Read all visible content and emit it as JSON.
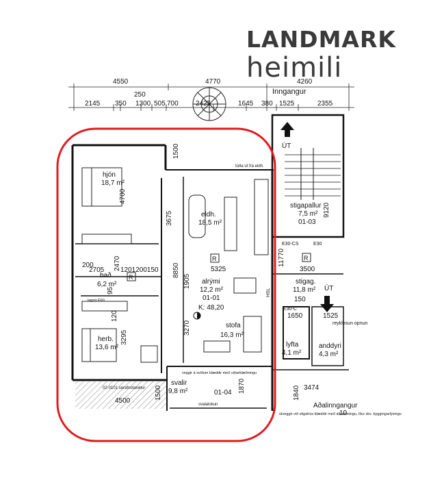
{
  "brand": {
    "line1": "LANDMARK",
    "line2": "heimili"
  },
  "dims_top": {
    "row1": [
      "4550",
      "4770",
      "4260"
    ],
    "row2": [
      "250"
    ],
    "row3": [
      "2145",
      "350",
      "1300",
      "505",
      "700",
      "2425",
      "1645",
      "380",
      "1525",
      "2355"
    ],
    "entrance": "Inngangur"
  },
  "rooms": [
    {
      "name": "hjón",
      "area": "18,7 m²"
    },
    {
      "name": "eldh.",
      "area": "18,5 m²"
    },
    {
      "name": "alrými",
      "area": "12,2 m²",
      "code": "01-01",
      "k": "K: 48,20"
    },
    {
      "name": "bað",
      "area": "6,2 m²"
    },
    {
      "name": "stofa",
      "area": "16,3 m²"
    },
    {
      "name": "herb.",
      "area": "13,6 m²"
    },
    {
      "name": "svalir",
      "area": "9,8 m²",
      "code": "01-04"
    },
    {
      "name": "stigapallur",
      "area": "7,5 m²",
      "code": "01-03"
    },
    {
      "name": "stigag.",
      "area": "11,8 m²"
    },
    {
      "name": "lyfta",
      "area": "4,1 m²"
    },
    {
      "name": "anddyri",
      "area": "4,3 m²"
    }
  ],
  "dims_inner": {
    "d1500a": "1500",
    "d4700": "4700",
    "d3675": "3675",
    "d2705": "2705",
    "d1201200150": "1201200150",
    "d8850": "8850",
    "d5325": "5325",
    "d1905": "1905",
    "d3270": "3270",
    "d3295": "3295",
    "d1870": "1870",
    "d1500b": "1500",
    "d4500": "4500",
    "d9120": "9120",
    "d11770": "11770",
    "d3500": "3500",
    "d150": "150",
    "d1525": "1525",
    "d1650": "1650",
    "d3474": "3474",
    "d1840": "1840",
    "d200": "200",
    "d2470": "2470",
    "d10": "10",
    "d95": "95",
    "d120": "120"
  },
  "labels": {
    "ut1": "ÚT",
    "ut2": "ÚT",
    "r": "R",
    "hsl": "HSL",
    "tuda": "túða út frá eldh.",
    "e30cs": "E30-CS",
    "e30": "E30",
    "e30c": "E30-C",
    "reyk": "reyklosun opnun",
    "aothalinngangur": "Aðalinngangur",
    "svalalokun": "svalalokun",
    "veggir_svalir": "veggir á svölum klæddir með viðarklæðningu",
    "utveggir": "útveggir við stigahús klæddir með álklæðningu, litur skv. byggingarlýsingu",
    "serafnot": "02-0101 sérafnotareitur",
    "lagnir": "lagnir E60"
  },
  "colors": {
    "highlight": "#e3191f",
    "ink": "#1a1a1a",
    "brand": "#3a3a3a"
  }
}
